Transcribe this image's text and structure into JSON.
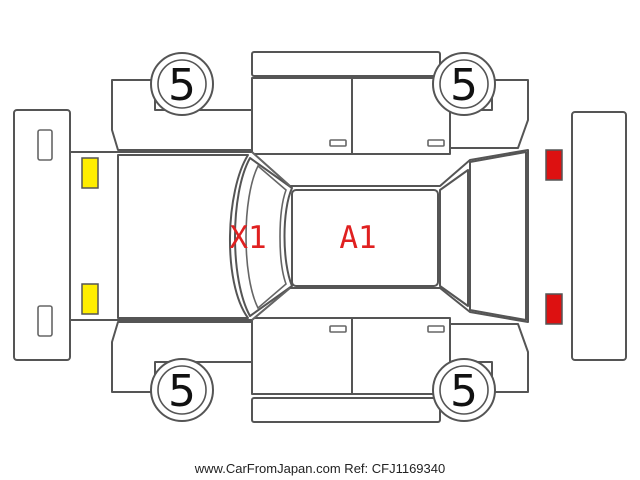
{
  "diagram": {
    "tires": {
      "front_left": "5",
      "front_right": "5",
      "rear_left": "5",
      "rear_right": "5"
    },
    "damage_codes": {
      "hood": "X1",
      "roof": "A1"
    },
    "lights": {
      "front_color": "#ffee00",
      "rear_color": "#dd1111"
    },
    "footer": "www.CarFromJapan.com Ref: CFJ1169340"
  }
}
